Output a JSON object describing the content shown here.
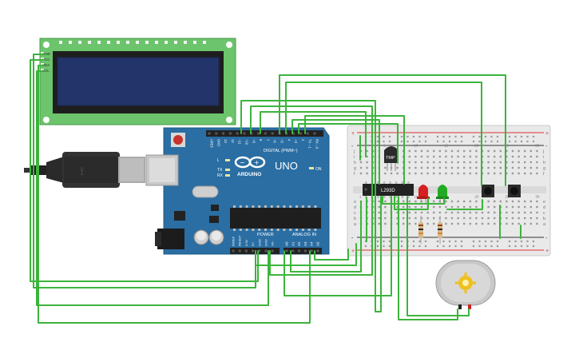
{
  "lcd": {
    "pins": [
      "GND",
      "VCC",
      "SDA",
      "SCL"
    ]
  },
  "arduino": {
    "brand": "ARDUINO",
    "model": "UNO",
    "digital_header_label": "DIGITAL (PWM~)",
    "digital_pins": [
      "AREF",
      "GND",
      "13",
      "12",
      "~11",
      "~10",
      "~9",
      "8",
      "7",
      "~6",
      "~5",
      "4",
      "~3",
      "2",
      "TX→1",
      "RX←0"
    ],
    "power_header_label": "POWER",
    "analog_header_label": "ANALOG IN",
    "power_pins": [
      "IOREF",
      "RESET",
      "3.3V",
      "5V",
      "GND",
      "GND",
      "Vin"
    ],
    "analog_pins": [
      "A0",
      "A1",
      "A2",
      "A3",
      "A4",
      "A5"
    ],
    "leds": [
      "L",
      "TX",
      "RX"
    ],
    "on_label": "ON"
  },
  "breadboard": {
    "row_letters_top": [
      "j",
      "i",
      "h",
      "g",
      "f"
    ],
    "row_letters_bottom": [
      "e",
      "d",
      "c",
      "b",
      "a"
    ],
    "column_numbers": [
      "1",
      "5",
      "10",
      "15",
      "20",
      "25",
      "30"
    ],
    "rail_plus": "+",
    "rail_minus": "-"
  },
  "chip": {
    "label": "L293D"
  },
  "sensor": {
    "label": "TMP"
  },
  "colors": {
    "wire": "#3cb43c",
    "board": "#2a6ea3",
    "lcd_pcb": "#6cc46c",
    "lcd_screen": "#1f2d5c",
    "breadboard": "#e6e6e6",
    "red_led": "#d42020",
    "green_led": "#22aa22",
    "motor": "#c8c8c8",
    "motor_wire_red": "#cc2222"
  }
}
